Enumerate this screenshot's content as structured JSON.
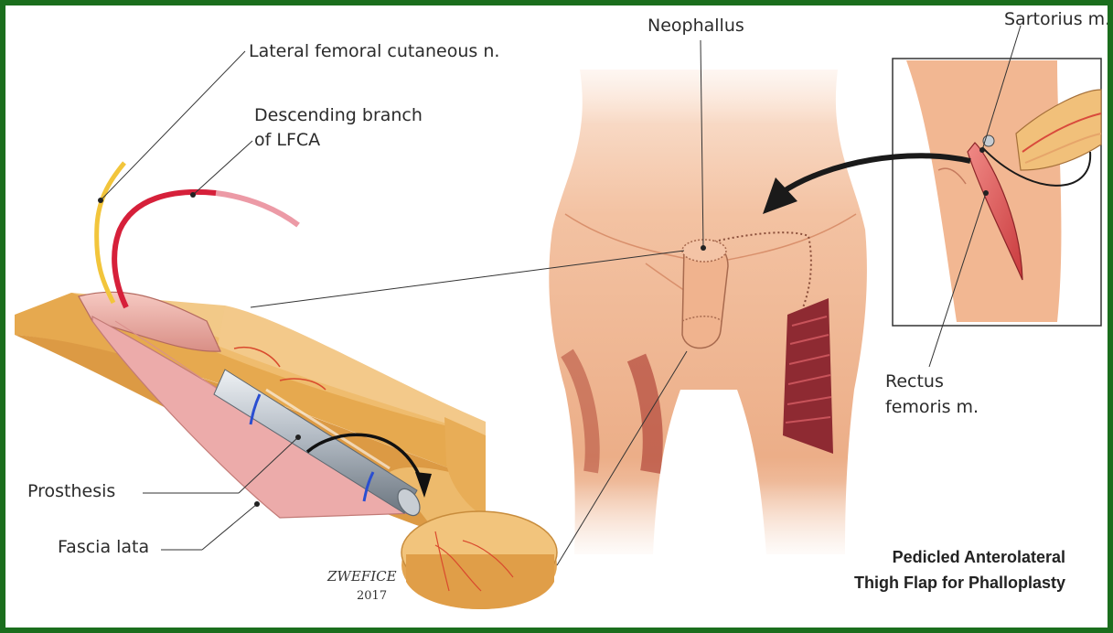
{
  "labels": {
    "lateral_femoral": "Lateral femoral cutaneous n.",
    "descending_line1": "Descending branch",
    "descending_line2": "of LFCA",
    "neophallus": "Neophallus",
    "sartorius": "Sartorius m.",
    "rectus_line1": "Rectus",
    "rectus_line2": "femoris m.",
    "prosthesis": "Prosthesis",
    "fascia_lata": "Fascia lata"
  },
  "caption": {
    "line1": "Pedicled Anterolateral",
    "line2": "Thigh Flap for Phalloplasty"
  },
  "signature": {
    "name": "ZWEFICE",
    "year": "2017"
  },
  "colors": {
    "border": "#1b6e1d",
    "skin": "#f0b48d",
    "flap_fat": "#eeb968",
    "vessel": "#d6203a",
    "nerve": "#f2c53b",
    "prosthesis": "#a9b2bb"
  }
}
